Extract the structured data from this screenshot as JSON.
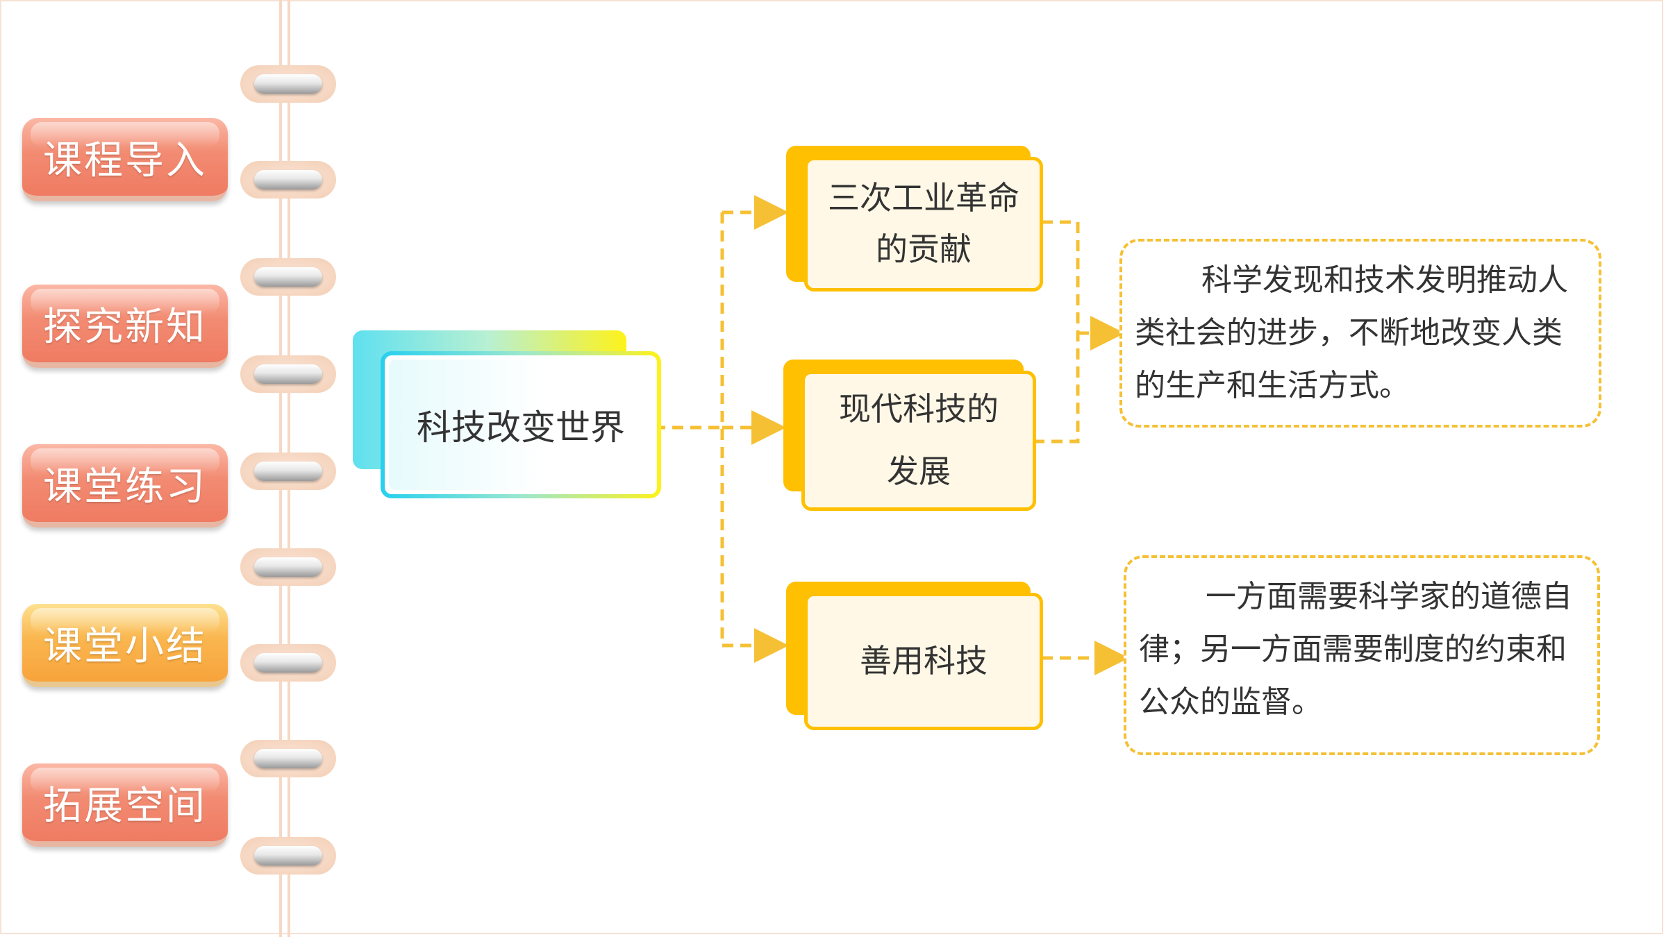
{
  "nav": {
    "items": [
      {
        "label": "课程导入",
        "style": "red"
      },
      {
        "label": "探究新知",
        "style": "red"
      },
      {
        "label": "课堂练习",
        "style": "red"
      },
      {
        "label": "课堂小结",
        "style": "orange"
      },
      {
        "label": "拓展空间",
        "style": "red"
      }
    ]
  },
  "central": {
    "label": "科技改变世界"
  },
  "branches": [
    {
      "line1": "三次工业革命",
      "line2": "的贡献"
    },
    {
      "line1": "现代科技的",
      "line2": "发展"
    },
    {
      "line1": "善用科技",
      "line2": ""
    }
  ],
  "descriptions": [
    {
      "text": "科学发现和技术发明推动人类社会的进步，不断地改变人类的生产和生活方式。"
    },
    {
      "text": "一方面需要科学家的道德自律；另一方面需要制度的约束和公众的监督。"
    }
  ],
  "colors": {
    "accent": "#fec000",
    "dashed": "#f5c034",
    "nav_red": "#f28b72",
    "nav_orange": "#fab64f",
    "central_cyan": "#27d0ef",
    "central_yellow": "#fdf21a"
  }
}
